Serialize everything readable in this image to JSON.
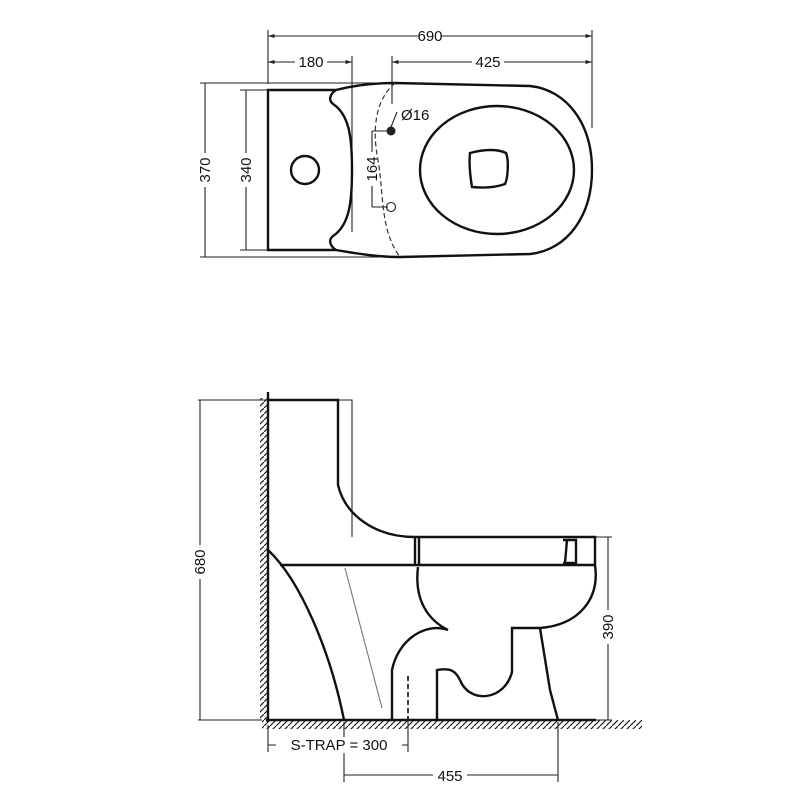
{
  "top_view": {
    "overall_length": "690",
    "tank_depth": "180",
    "bowl_length": "425",
    "overall_width": "370",
    "tank_width": "340",
    "hole_spacing": "164",
    "hole_diameter": "Ø16"
  },
  "side_view": {
    "overall_height": "680",
    "seat_height": "390",
    "s_trap": "S-TRAP = 300",
    "base_length": "455"
  }
}
